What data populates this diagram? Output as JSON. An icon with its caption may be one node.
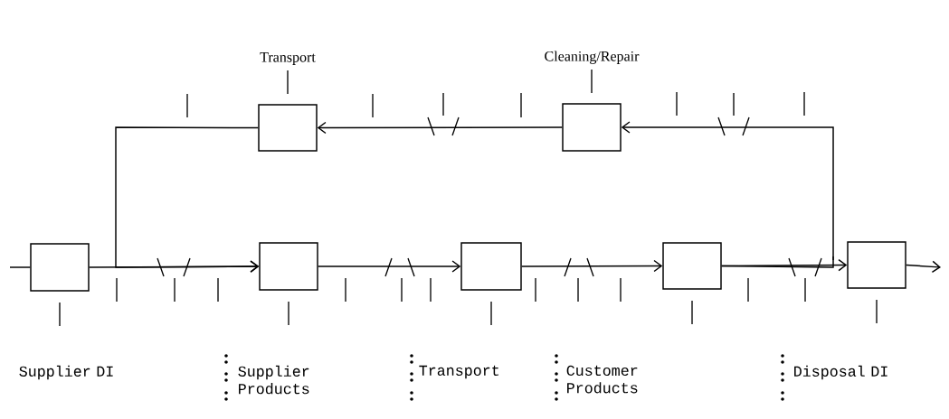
{
  "diagram": {
    "nodes": [
      {
        "text": [
          "Transport"
        ]
      },
      {
        "text": [
          "Cleaning/Repair"
        ]
      },
      {
        "text": [],
        "shape": "box"
      },
      {
        "text": [],
        "shape": "box"
      },
      {
        "text": [],
        "shape": "box"
      },
      {
        "text": [],
        "shape": "box"
      },
      {
        "text": [],
        "shape": "box"
      }
    ],
    "edges": [
      {
        "from": null,
        "to": 2,
        "arrow": "none"
      },
      {
        "from": 2,
        "to": 3,
        "arrow": "to"
      },
      {
        "from": 3,
        "to": 4,
        "arrow": "to"
      },
      {
        "from": 4,
        "to": 5,
        "arrow": "to"
      },
      {
        "from": 5,
        "to": 6,
        "arrow": "to"
      },
      {
        "from": 6,
        "to": null,
        "arrow": "to"
      },
      {
        "from": 5,
        "to": 1,
        "arrow": "to"
      },
      {
        "from": 1,
        "to": 0,
        "arrow": "to"
      },
      {
        "from": 0,
        "to": 3,
        "arrow": "to"
      }
    ],
    "labels": [
      "Supplier DI",
      "Supplier Products",
      "Transport",
      "Customer Products",
      "Disposal DI"
    ]
  }
}
